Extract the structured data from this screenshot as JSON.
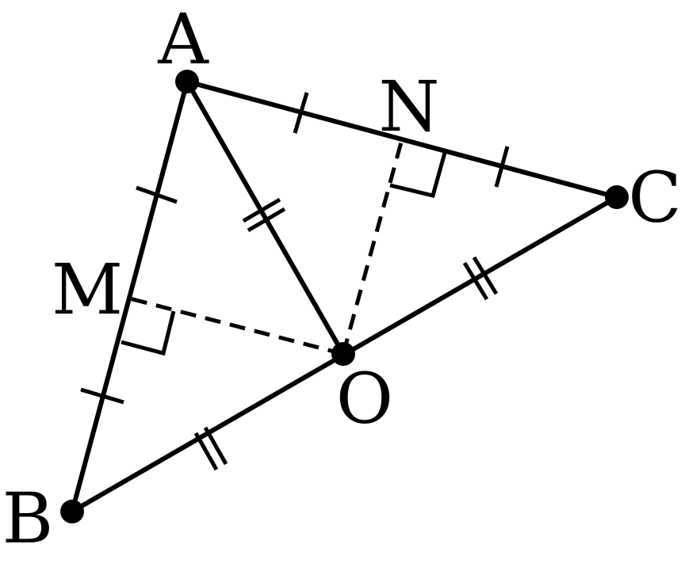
{
  "points": {
    "A": {
      "label": "A"
    },
    "B": {
      "label": "B"
    },
    "C": {
      "label": "C"
    },
    "O": {
      "label": "O"
    },
    "M": {
      "label": "M"
    },
    "N": {
      "label": "N"
    }
  },
  "colors": {
    "stroke": "#000000",
    "background": "#ffffff"
  }
}
